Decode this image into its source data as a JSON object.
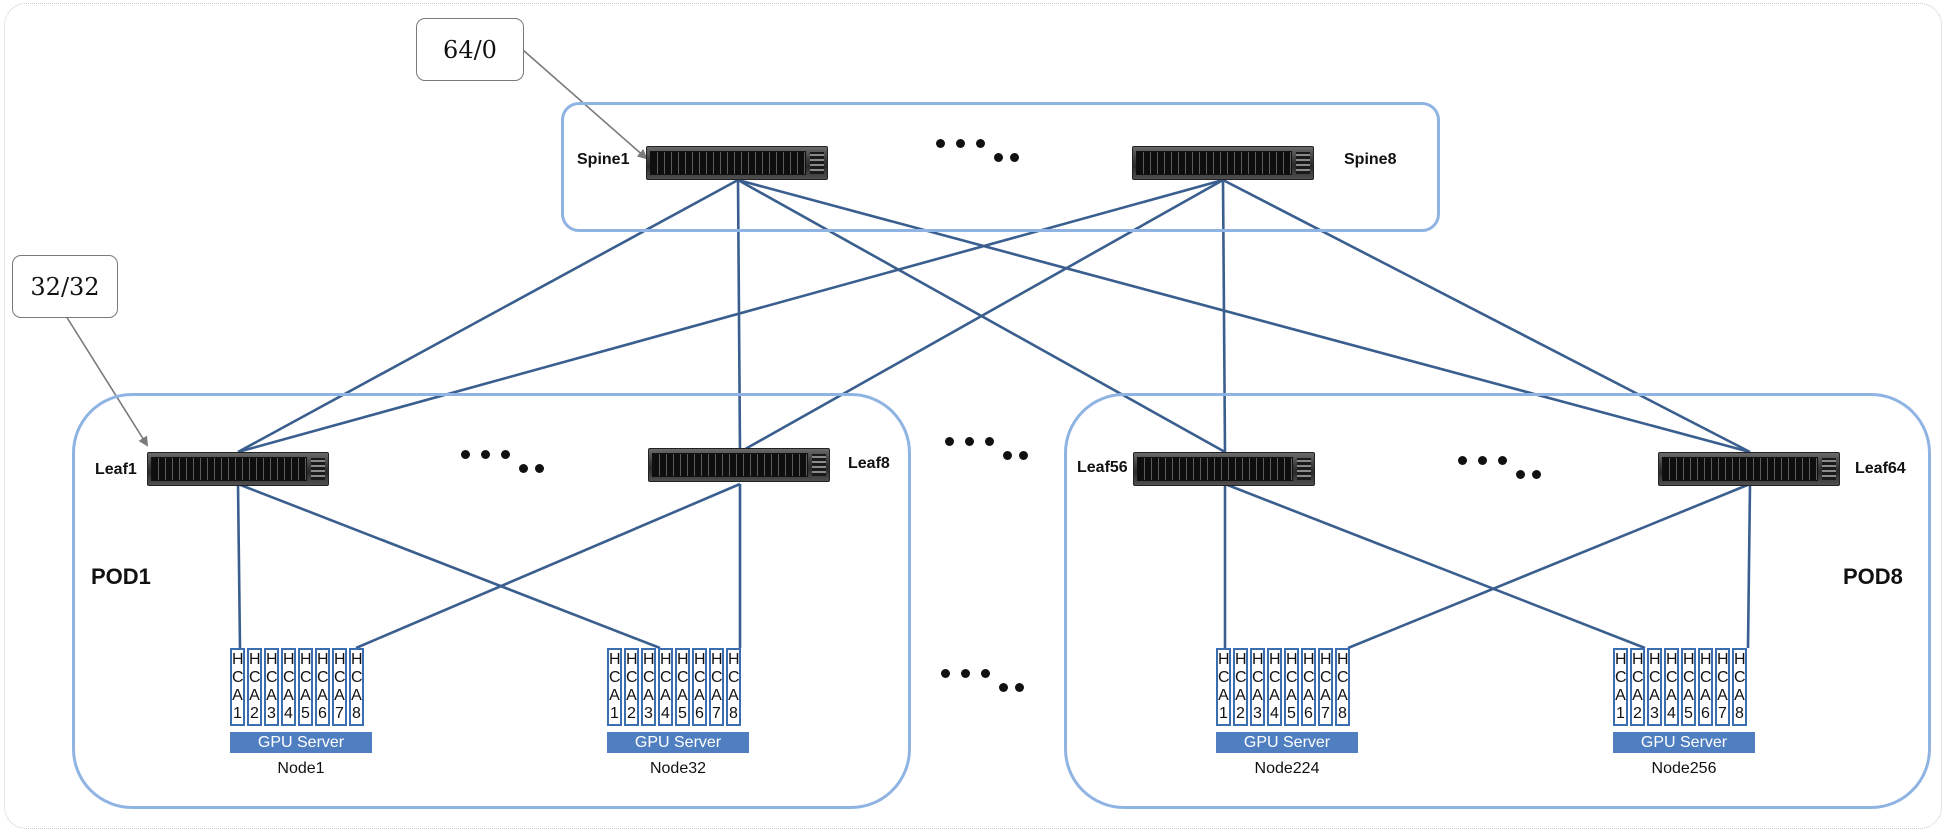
{
  "callouts": {
    "spine": "64/0",
    "leaf": "32/32"
  },
  "spines": [
    {
      "label": "Spine1"
    },
    {
      "label": "Spine8"
    }
  ],
  "leaves": [
    {
      "label": "Leaf1"
    },
    {
      "label": "Leaf8"
    },
    {
      "label": "Leaf56"
    },
    {
      "label": "Leaf64"
    }
  ],
  "pods": [
    {
      "label": "POD1"
    },
    {
      "label": "POD8"
    }
  ],
  "servers": [
    {
      "title": "GPU Server",
      "node": "Node1",
      "hcas": [
        [
          "H",
          "C",
          "A",
          "1"
        ],
        [
          "H",
          "C",
          "A",
          "2"
        ],
        [
          "H",
          "C",
          "A",
          "3"
        ],
        [
          "H",
          "C",
          "A",
          "4"
        ],
        [
          "H",
          "C",
          "A",
          "5"
        ],
        [
          "H",
          "C",
          "A",
          "6"
        ],
        [
          "H",
          "C",
          "A",
          "7"
        ],
        [
          "H",
          "C",
          "A",
          "8"
        ]
      ]
    },
    {
      "title": "GPU Server",
      "node": "Node32",
      "hcas": [
        [
          "H",
          "C",
          "A",
          "1"
        ],
        [
          "H",
          "C",
          "A",
          "2"
        ],
        [
          "H",
          "C",
          "A",
          "3"
        ],
        [
          "H",
          "C",
          "A",
          "4"
        ],
        [
          "H",
          "C",
          "A",
          "5"
        ],
        [
          "H",
          "C",
          "A",
          "6"
        ],
        [
          "H",
          "C",
          "A",
          "7"
        ],
        [
          "H",
          "C",
          "A",
          "8"
        ]
      ]
    },
    {
      "title": "GPU Server",
      "node": "Node224",
      "hcas": [
        [
          "H",
          "C",
          "A",
          "1"
        ],
        [
          "H",
          "C",
          "A",
          "2"
        ],
        [
          "H",
          "C",
          "A",
          "3"
        ],
        [
          "H",
          "C",
          "A",
          "4"
        ],
        [
          "H",
          "C",
          "A",
          "5"
        ],
        [
          "H",
          "C",
          "A",
          "6"
        ],
        [
          "H",
          "C",
          "A",
          "7"
        ],
        [
          "H",
          "C",
          "A",
          "8"
        ]
      ]
    },
    {
      "title": "GPU Server",
      "node": "Node256",
      "hcas": [
        [
          "H",
          "C",
          "A",
          "1"
        ],
        [
          "H",
          "C",
          "A",
          "2"
        ],
        [
          "H",
          "C",
          "A",
          "3"
        ],
        [
          "H",
          "C",
          "A",
          "4"
        ],
        [
          "H",
          "C",
          "A",
          "5"
        ],
        [
          "H",
          "C",
          "A",
          "6"
        ],
        [
          "H",
          "C",
          "A",
          "7"
        ],
        [
          "H",
          "C",
          "A",
          "8"
        ]
      ]
    }
  ],
  "colors": {
    "link": "#3a5f8f",
    "group_border": "#8fb4e3",
    "hca_border": "#3b6db1",
    "server_bar": "#4f7fc0"
  }
}
